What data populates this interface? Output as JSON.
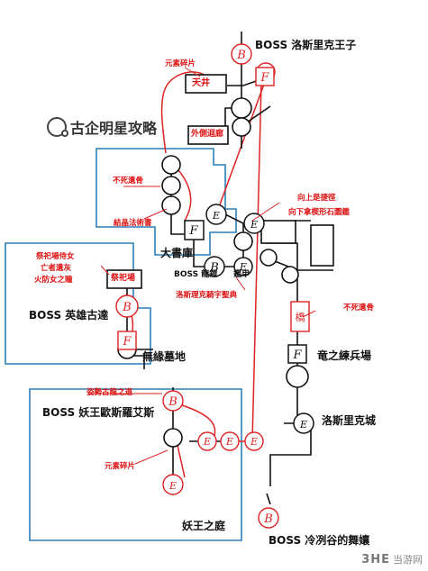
{
  "watermark": "古企明星攻略",
  "site": {
    "logo": "3HE",
    "name": "当游网"
  },
  "node_letters": {
    "boss": "B",
    "fire": "F",
    "elevator": "E",
    "bridge": "橋"
  },
  "labels": {
    "boss_prince": "BOSS 洛斯里克王子",
    "element_shard_top": "元素碎片",
    "ceiling": "天井",
    "outer_wall": "外側迴廊",
    "undead_bone_left": "不死遺骨",
    "crystal_tome": "結晶法術書",
    "great_library": "大書庫",
    "boss_dragon_armor": "BOSS 龍鎧",
    "dragon_armor_suffix": "鑑甲",
    "lothric_knight_seal": "洛斯理克騎字聖典",
    "shortcut_up": "向上是捷徑",
    "down_wedge_stone": "向下拿楔形石圖鑑",
    "altar_items": "祭祀場侍女",
    "dead_ash": "亡者遺灰",
    "firekeeper_ash": "火防女之瞳",
    "altar": "祭祀場",
    "boss_hero": "BOSS 英雄古達",
    "undead_bone_right": "不死遺骨",
    "dragon_barracks": "竜之練兵場",
    "nameless_grave": "無緣墓地",
    "pose_dragon_way": "姿勢古龍之道",
    "boss_yhorm": "BOSS 妖王歐斯羅艾斯",
    "lothric_castle": "洛斯里克城",
    "element_shard_bottom": "元素碎片",
    "demon_garden": "妖王之庭",
    "boss_valley": "BOSS 冷冽谷的舞孃"
  }
}
